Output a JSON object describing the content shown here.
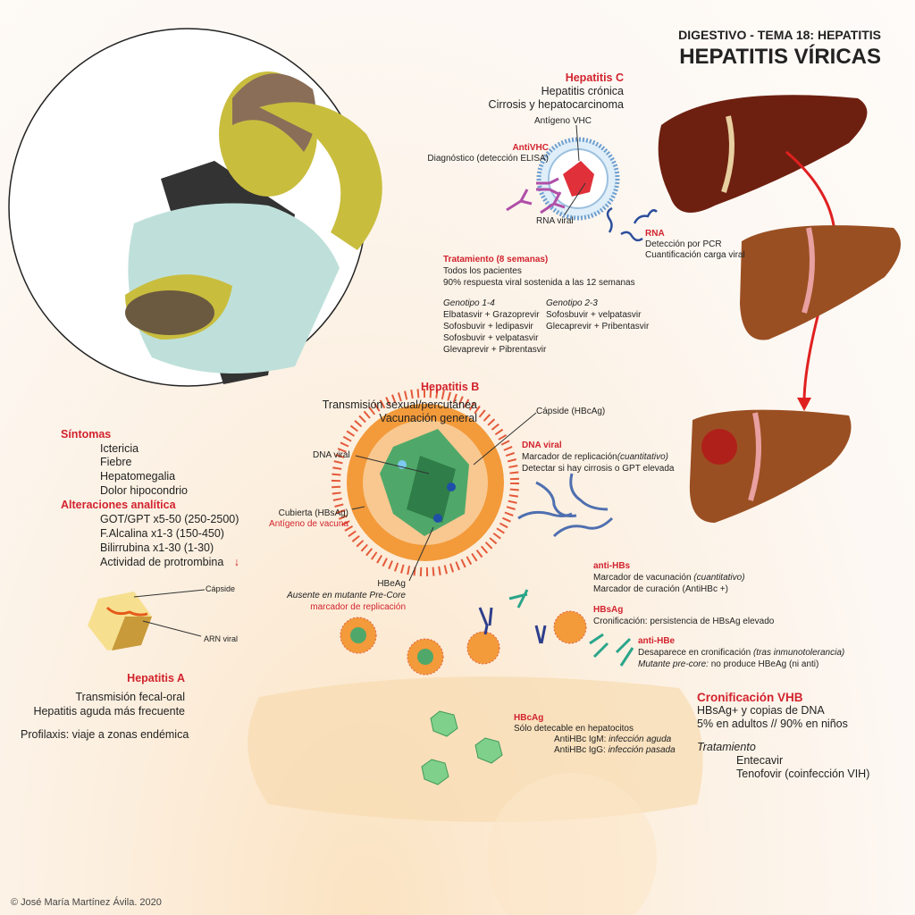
{
  "header": {
    "subtitle": "DIGESTIVO - TEMA 18: HEPATITIS",
    "title": "HEPATITIS VÍRICAS"
  },
  "hepC": {
    "title": "Hepatitis C",
    "lines": [
      "Hepatitis crónica",
      "Cirrosis y hepatocarcinoma"
    ],
    "antigen_label": "Antígeno VHC",
    "rna_viral_label": "RNA viral",
    "antivhc": {
      "title": "AntiVHC",
      "text": "Diagnóstico (detección ELISA)"
    },
    "rna": {
      "title": "RNA",
      "lines": [
        "Detección por PCR",
        "Cuantificación carga viral"
      ]
    },
    "treatment": {
      "title": "Tratamiento (8 semanas)",
      "lines": [
        "Todos los pacientes",
        "90% respuesta viral sostenida a las 12 semanas"
      ],
      "genotype_a": {
        "title": "Genotipo 1-4",
        "items": [
          "Elbatasvir + Grazoprevir",
          "Sofosbuvir + ledipasvir",
          "Sofosbuvir + velpatasvir",
          "Glevaprevir + Pibrentasvir"
        ]
      },
      "genotype_b": {
        "title": "Genotipo 2-3",
        "items": [
          "Sofosbuvir + velpatasvir",
          "Glecaprevir + Pribentasvir"
        ]
      }
    }
  },
  "hepB": {
    "title": "Hepatitis B",
    "lines": [
      "Transmisión sexual/percutánea",
      "Vacunación general"
    ],
    "capside_label": "Cápside (HBcAg)",
    "dna_label": "DNA viral",
    "cubierta": {
      "label": "Cubierta (HBsAg)",
      "note": "Antígeno de vacuna"
    },
    "hbeag": {
      "label": "HBeAg",
      "italic": "Ausente en mutante Pre-Core",
      "note": "marcador de replicación"
    },
    "dna_viral": {
      "title": "DNA viral",
      "line1": "Marcador de replicación",
      "line1_italic": "(cuantitativo)",
      "line2": "Detectar si hay cirrosis o GPT elevada"
    },
    "anti_hbs": {
      "title": "anti-HBs",
      "line1": "Marcador de vacunación ",
      "line1_italic": "(cuantitativo)",
      "line2": "Marcador de curación (AntiHBc +)"
    },
    "hbsag": {
      "title": "HBsAg",
      "line1": "Cronificación: persistencia de HBsAg elevado"
    },
    "anti_hbe": {
      "title": "anti-HBe",
      "line1": "Desaparece en cronificación ",
      "line1_italic": "(tras inmunotolerancia)",
      "line2_italic": "Mutante pre-core:",
      "line2": " no produce HBeAg (ni anti)"
    },
    "hbcag": {
      "title": "HBcAg",
      "line1": "Sólo detecable en hepatocitos",
      "igm": "AntiHBc IgM: ",
      "igm_italic": "infección aguda",
      "igg": "AntiHBc IgG: ",
      "igg_italic": "infección pasada"
    },
    "chronic": {
      "title": "Cronificación VHB",
      "lines": [
        "HBsAg+ y copias de DNA",
        "5% en adultos // 90% en niños"
      ],
      "treatment_label": "Tratamiento",
      "treatment_items": [
        "Entecavir",
        "Tenofovir (coinfección VIH)"
      ]
    }
  },
  "symptoms": {
    "title": "Síntomas",
    "items": [
      "Ictericia",
      "Fiebre",
      "Hepatomegalia",
      "Dolor hipocondrio"
    ]
  },
  "lab": {
    "title": "Alteraciones analítica",
    "items": [
      "GOT/GPT x5-50 (250-2500)",
      "F.Alcalina x1-3 (150-450)",
      "Bilirrubina x1-30 (1-30)",
      "Actividad de protrombina"
    ],
    "arrow": "↓"
  },
  "hepA": {
    "capside_label": "Cápside",
    "arn_label": "ARN viral",
    "title": "Hepatitis A",
    "lines": [
      "Transmisión fecal-oral",
      "Hepatitis aguda más frecuente"
    ],
    "prophylaxis": "Profilaxis: viaje a zonas endémica"
  },
  "footer": {
    "copyright": "© José María Martínez Ávila. 2020"
  },
  "colors": {
    "accent": "#d2232e",
    "hbv_envelope": "#f29a3a",
    "capsid": "#3f9a5a",
    "liver": "#8a4a22"
  }
}
